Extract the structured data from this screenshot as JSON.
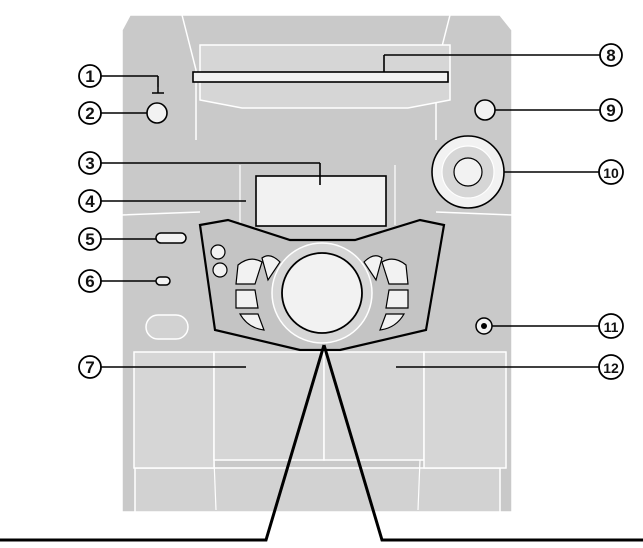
{
  "diagram": {
    "colors": {
      "body": "#c9c9c9",
      "panel": "#d6d6d6",
      "line": "#000000",
      "part": "#f2f2f2",
      "outline": "#ffffff"
    },
    "callouts": [
      {
        "id": "1",
        "label": "1"
      },
      {
        "id": "2",
        "label": "2"
      },
      {
        "id": "3",
        "label": "3"
      },
      {
        "id": "4",
        "label": "4"
      },
      {
        "id": "5",
        "label": "5"
      },
      {
        "id": "6",
        "label": "6"
      },
      {
        "id": "7",
        "label": "7"
      },
      {
        "id": "8",
        "label": "8"
      },
      {
        "id": "9",
        "label": "9"
      },
      {
        "id": "10",
        "label": "10"
      },
      {
        "id": "11",
        "label": "11"
      },
      {
        "id": "12",
        "label": "12"
      }
    ]
  }
}
